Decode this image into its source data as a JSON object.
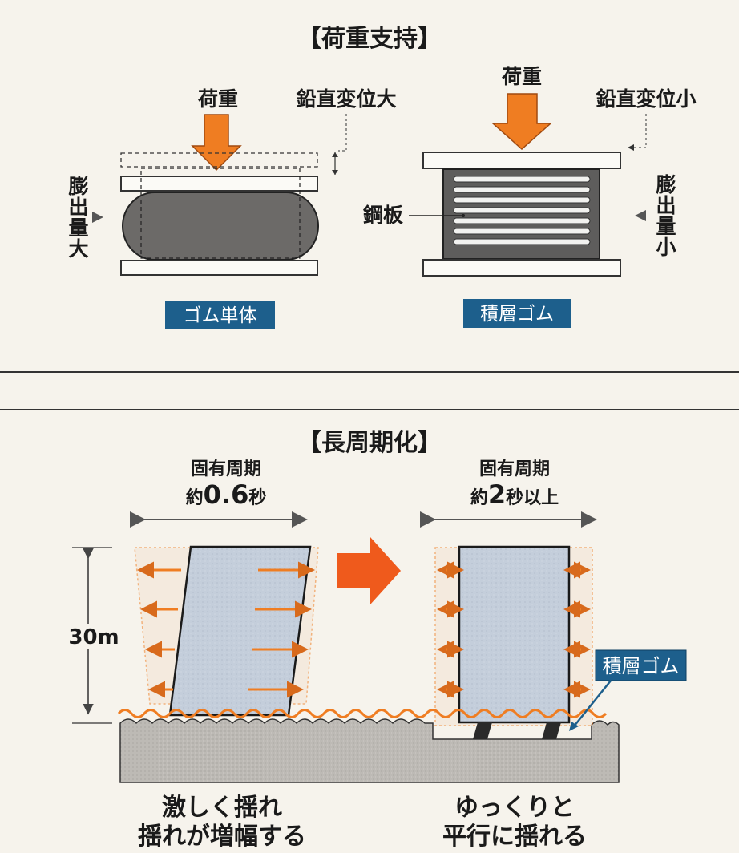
{
  "top_section": {
    "title": "【荷重支持】",
    "left": {
      "load_label": "荷重",
      "displacement_label": "鉛直変位大",
      "bulge_label_chars": [
        "膨",
        "出",
        "量",
        "大"
      ],
      "caption": "ゴム単体"
    },
    "right": {
      "load_label": "荷重",
      "displacement_label": "鉛直変位小",
      "bulge_label_chars": [
        "膨",
        "出",
        "量",
        "小"
      ],
      "steel_plate_label": "鋼板",
      "caption": "積層ゴム"
    }
  },
  "bottom_section": {
    "title": "【長周期化】",
    "left": {
      "period_heading": "固有周期",
      "period_prefix": "約",
      "period_value": "0.6",
      "period_suffix": "秒",
      "height_label": "30m",
      "caption_line1": "激しく揺れ",
      "caption_line2": "揺れが増幅する"
    },
    "right": {
      "period_heading": "固有周期",
      "period_prefix": "約",
      "period_value": "2",
      "period_suffix": "秒以上",
      "rubber_label": "積層ゴム",
      "caption_line1": "ゆっくりと",
      "caption_line2": "平行に揺れる"
    }
  },
  "colors": {
    "background": "#f6f3ec",
    "accent_orange": "#ef7d22",
    "navy_label": "#1d5f8c",
    "building_fill": "#c4cedb",
    "ground_fill": "#bdbab5"
  }
}
